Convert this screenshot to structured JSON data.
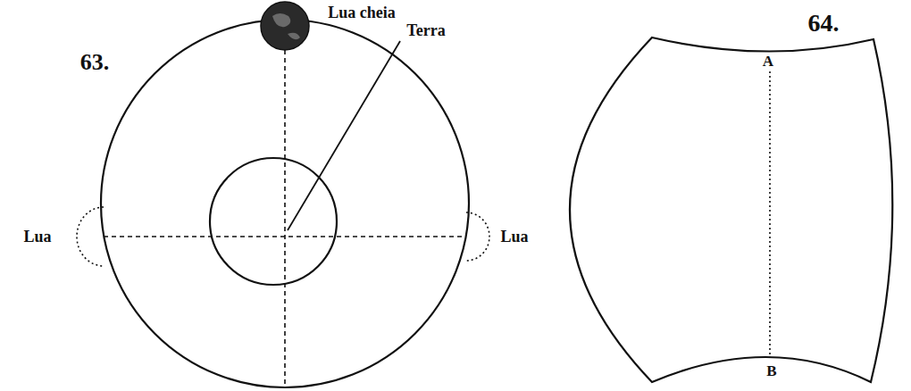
{
  "diagram": {
    "labels": [
      "63.",
      "Lua cheia",
      "Terra",
      "Lua",
      "Lua",
      "64.",
      "A",
      "B"
    ]
  }
}
